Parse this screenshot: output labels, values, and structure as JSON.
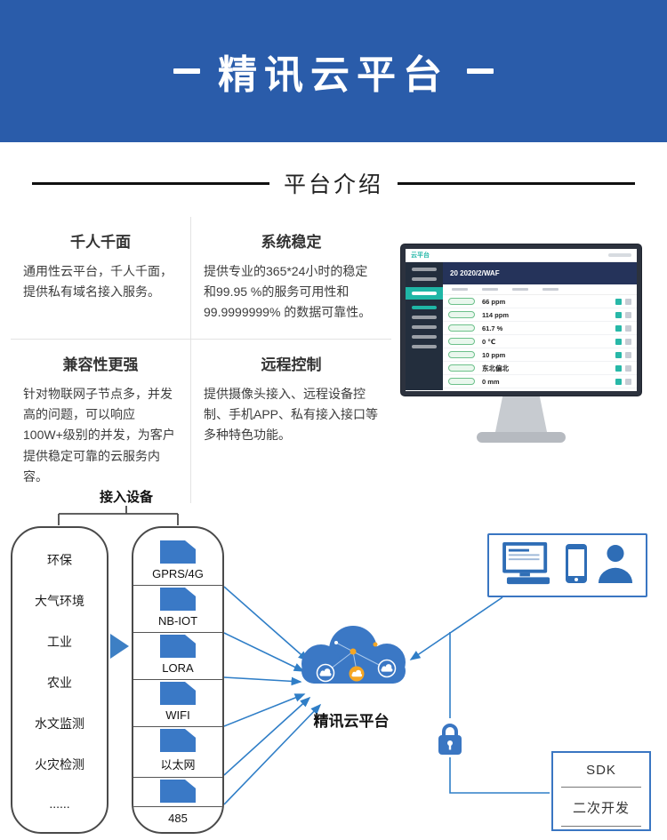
{
  "banner": {
    "title": "精讯云平台",
    "bg_color": "#2a5caa"
  },
  "intro": {
    "title": "平台介绍"
  },
  "features": [
    {
      "title": "千人千面",
      "text": "通用性云平台，千人千面，提供私有域名接入服务。"
    },
    {
      "title": "系统稳定",
      "text": "提供专业的365*24小时的稳定和99.95 %的服务可用性和 99.9999999% 的数据可靠性。"
    },
    {
      "title": "兼容性更强",
      "text": "针对物联网子节点多，并发高的问题，可以响应100W+级别的并发，为客户提供稳定可靠的云服务内容。"
    },
    {
      "title": "远程控制",
      "text": "提供摄像头接入、远程设备控制、手机APP、私有接入接口等多种特色功能。"
    }
  ],
  "monitor_screen": {
    "brand": "云平台",
    "band_title": "20 2020/2/WAF",
    "rows": [
      "66 ppm",
      "114 ppm",
      "61.7 %",
      "0 ℃",
      "10 ppm",
      "东北偏北",
      "0 mm"
    ]
  },
  "diagram": {
    "access_label": "接入设备",
    "industries": [
      "环保",
      "大气环境",
      "工业",
      "农业",
      "水文监测",
      "火灾检测",
      "......"
    ],
    "protocols": [
      "GPRS/4G",
      "NB-IOT",
      "LORA",
      "WIFI",
      "以太网",
      "485"
    ],
    "cloud_label": "精讯云平台",
    "sdk": {
      "line1": "SDK",
      "line2": "二次开发"
    }
  },
  "colors": {
    "banner_blue": "#2a5caa",
    "diagram_blue": "#3a76c2",
    "line_blue": "#2f7ec7",
    "accent_orange": "#f5a623",
    "badge_green": "#6cc08a",
    "teal": "#1fb6a6"
  }
}
